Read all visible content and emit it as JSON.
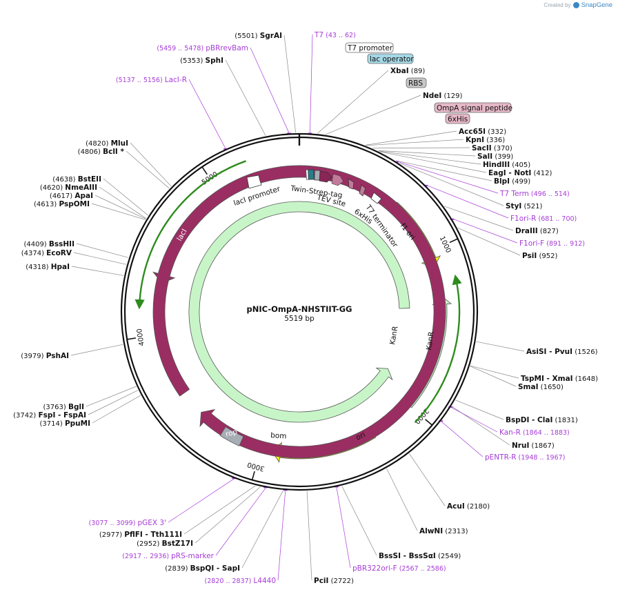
{
  "watermark": {
    "prefix": "Created by",
    "brand": "SnapGene"
  },
  "plasmid": {
    "name": "pNIC-OmpA-NHSTIIT-GG",
    "length_label": "5519 bp",
    "length": 5519
  },
  "ticks": [
    {
      "pos": 1000,
      "label": "1000"
    },
    {
      "pos": 2000,
      "label": "2000"
    },
    {
      "pos": 3000,
      "label": "3000"
    },
    {
      "pos": 4000,
      "label": "4000"
    },
    {
      "pos": 5000,
      "label": "5000"
    }
  ],
  "sites_right": [
    {
      "name": "SgrAI",
      "pos": "(5501)",
      "bp": 5501
    },
    {
      "name": "XbaI",
      "pos": "(89)",
      "bp": 89
    },
    {
      "name": "NdeI",
      "pos": "(129)",
      "bp": 129
    },
    {
      "name": "Acc65I",
      "pos": "(332)",
      "bp": 332
    },
    {
      "name": "KpnI",
      "pos": "(336)",
      "bp": 336
    },
    {
      "name": "SacII",
      "pos": "(370)",
      "bp": 370
    },
    {
      "name": "SalI",
      "pos": "(399)",
      "bp": 399
    },
    {
      "name": "HindIII",
      "pos": "(405)",
      "bp": 405
    },
    {
      "name": "EagI - NotI",
      "pos": "(412)",
      "bp": 412
    },
    {
      "name": "BlpI",
      "pos": "(499)",
      "bp": 499
    },
    {
      "name": "StyI",
      "pos": "(521)",
      "bp": 521
    },
    {
      "name": "DraIII",
      "pos": "(827)",
      "bp": 827
    },
    {
      "name": "PsiI",
      "pos": "(952)",
      "bp": 952
    },
    {
      "name": "AsiSI - PvuI",
      "pos": "(1526)",
      "bp": 1526
    },
    {
      "name": "TspMI - XmaI",
      "pos": "(1648)",
      "bp": 1648
    },
    {
      "name": "SmaI",
      "pos": "(1650)",
      "bp": 1650
    },
    {
      "name": "BspDI - ClaI",
      "pos": "(1831)",
      "bp": 1831
    },
    {
      "name": "NruI",
      "pos": "(1867)",
      "bp": 1867
    },
    {
      "name": "AcuI",
      "pos": "(2180)",
      "bp": 2180
    },
    {
      "name": "AlwNI",
      "pos": "(2313)",
      "bp": 2313
    },
    {
      "name": "BssSI - BssSαI",
      "pos": "(2549)",
      "bp": 2549
    },
    {
      "name": "PciI",
      "pos": "(2722)",
      "bp": 2722
    }
  ],
  "sites_left": [
    {
      "name": "SphI",
      "pos": "(5353)",
      "bp": 5353
    },
    {
      "name": "MluI",
      "pos": "(4820)",
      "bp": 4820
    },
    {
      "name": "BclI *",
      "pos": "(4806)",
      "bp": 4806
    },
    {
      "name": "BstEII",
      "pos": "(4638)",
      "bp": 4638
    },
    {
      "name": "NmeAIII",
      "pos": "(4620)",
      "bp": 4620
    },
    {
      "name": "ApaI",
      "pos": "(4617)",
      "bp": 4617
    },
    {
      "name": "PspOMI",
      "pos": "(4613)",
      "bp": 4613
    },
    {
      "name": "BssHII",
      "pos": "(4409)",
      "bp": 4409
    },
    {
      "name": "EcoRV",
      "pos": "(4374)",
      "bp": 4374
    },
    {
      "name": "HpaI",
      "pos": "(4318)",
      "bp": 4318
    },
    {
      "name": "PshAI",
      "pos": "(3979)",
      "bp": 3979
    },
    {
      "name": "BglI",
      "pos": "(3763)",
      "bp": 3763
    },
    {
      "name": "FspI - FspAI",
      "pos": "(3742)",
      "bp": 3742
    },
    {
      "name": "PpuMI",
      "pos": "(3714)",
      "bp": 3714
    },
    {
      "name": "PflFI - Tth111I",
      "pos": "(2977)",
      "bp": 2977
    },
    {
      "name": "BstZ17I",
      "pos": "(2952)",
      "bp": 2952
    },
    {
      "name": "BspQI - SapI",
      "pos": "(2839)",
      "bp": 2839
    }
  ],
  "primers": [
    {
      "name": "T7",
      "range": "(43 .. 62)",
      "bp": 52
    },
    {
      "name": "pBRrevBam",
      "range": "(5459 .. 5478)",
      "bp": 5468
    },
    {
      "name": "LacI-R",
      "range": "(5137 .. 5156)",
      "bp": 5146
    },
    {
      "name": "T7 Term",
      "range": "(496 .. 514)",
      "bp": 505
    },
    {
      "name": "F1ori-R",
      "range": "(681 .. 700)",
      "bp": 690
    },
    {
      "name": "F1ori-F",
      "range": "(891 .. 912)",
      "bp": 901
    },
    {
      "name": "Kan-R",
      "range": "(1864 .. 1883)",
      "bp": 1873
    },
    {
      "name": "pENTR-R",
      "range": "(1948 .. 1967)",
      "bp": 1957
    },
    {
      "name": "pBR322ori-F",
      "range": "(2567 .. 2586)",
      "bp": 2576
    },
    {
      "name": "L4440",
      "range": "(2820 .. 2837)",
      "bp": 2828
    },
    {
      "name": "pRS-marker",
      "range": "(2917 .. 2936)",
      "bp": 2926
    },
    {
      "name": "pGEX 3'",
      "range": "(3077 .. 3099)",
      "bp": 3088
    }
  ],
  "boxed_features": [
    {
      "name": "T7 promoter",
      "fill": "#ffffff",
      "bp": 20
    },
    {
      "name": "lac operator",
      "fill": "#a6d8e6",
      "bp": 60
    },
    {
      "name": "RBS",
      "fill": "#c8c8c8",
      "bp": 110
    },
    {
      "name": "OmpA signal peptide",
      "fill": "#e6b8c8",
      "bp": 160
    },
    {
      "name": "6xHis",
      "fill": "#e6b8c8",
      "bp": 250
    }
  ],
  "features": [
    {
      "name": "lacI",
      "color": "#9a2e62",
      "start": 5180,
      "end": 4320,
      "label_on_arc": true
    },
    {
      "name": "lacI promoter",
      "color": "#ffffff",
      "start": 5390,
      "end": 5310
    },
    {
      "name": "f1 ori",
      "color": "#f7f200",
      "start": 640,
      "end": 1100,
      "label_on_arc": true
    },
    {
      "name": "KanR",
      "color": "#c8f5c8",
      "start": 1200,
      "end": 1950,
      "label_on_arc": true
    },
    {
      "name": "KanR",
      "color": "#c8f5c8",
      "start": 1950,
      "end": 1300,
      "label_on_arc": true
    },
    {
      "name": "ori",
      "color": "#f7f200",
      "start": 2370,
      "end": 2900,
      "label_on_arc": true
    },
    {
      "name": "bom",
      "color": "#a7adb5",
      "start": 3260,
      "end": 3130
    },
    {
      "name": "rop",
      "color": "#9a2e62",
      "start": 3590,
      "end": 3450,
      "label_on_arc": true
    },
    {
      "name": "Twin-Strep-tag",
      "color": "#c27a9a"
    },
    {
      "name": "TEV site",
      "color": "#c27a9a"
    },
    {
      "name": "6xHis",
      "color": "#c27a9a"
    },
    {
      "name": "T7 terminator",
      "color": "#ffffff"
    }
  ],
  "colors": {
    "primer": "#a63bd6",
    "green_arc": "#2e8b1e",
    "backbone": "#111111"
  }
}
